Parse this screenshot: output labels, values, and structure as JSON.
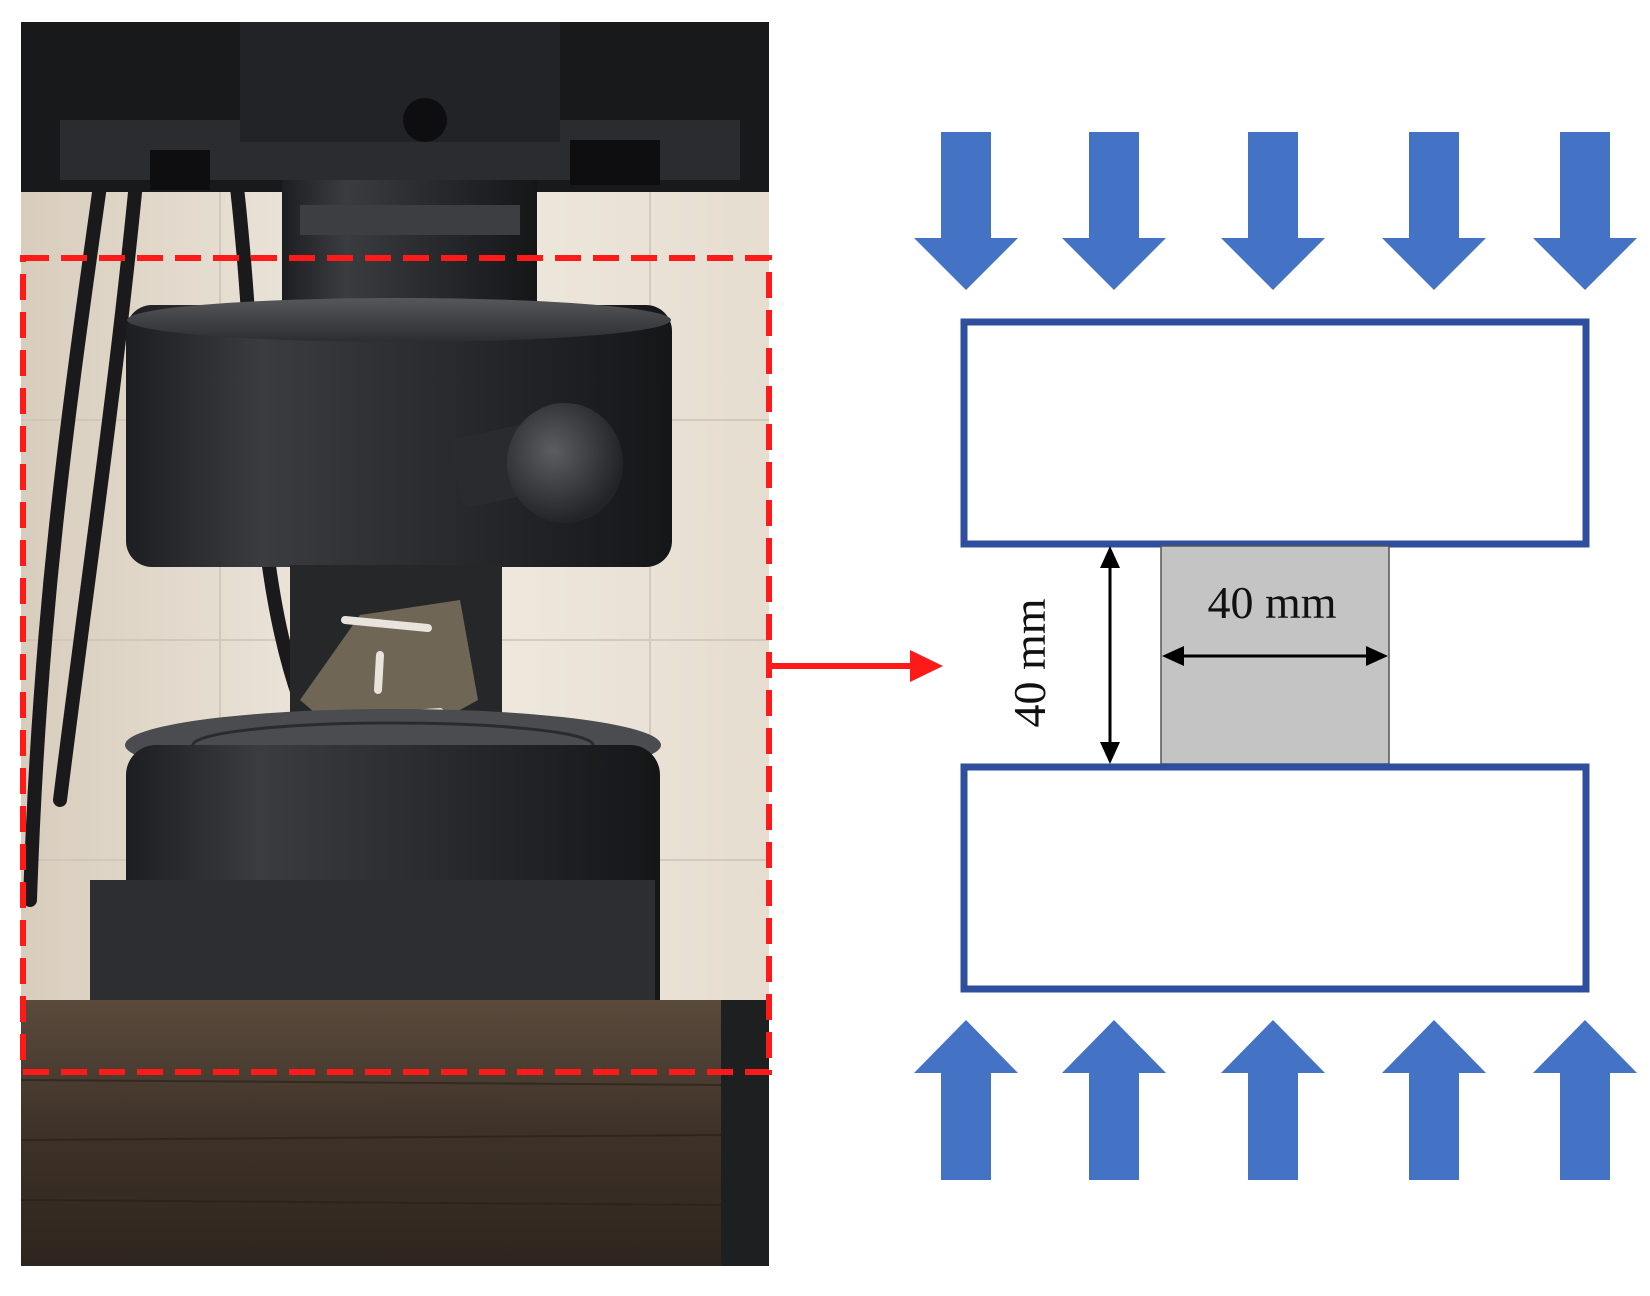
{
  "photo": {
    "description_icon": "compression-test-photo"
  },
  "diagram": {
    "height_label": "40 mm",
    "width_label": "40 mm",
    "arrow_count_per_side": 5
  },
  "colors": {
    "load_arrow": "#4472c4",
    "plate_border": "#2f4f9e",
    "specimen_fill": "#c4c4c4",
    "highlight": "#ff1a1a"
  }
}
